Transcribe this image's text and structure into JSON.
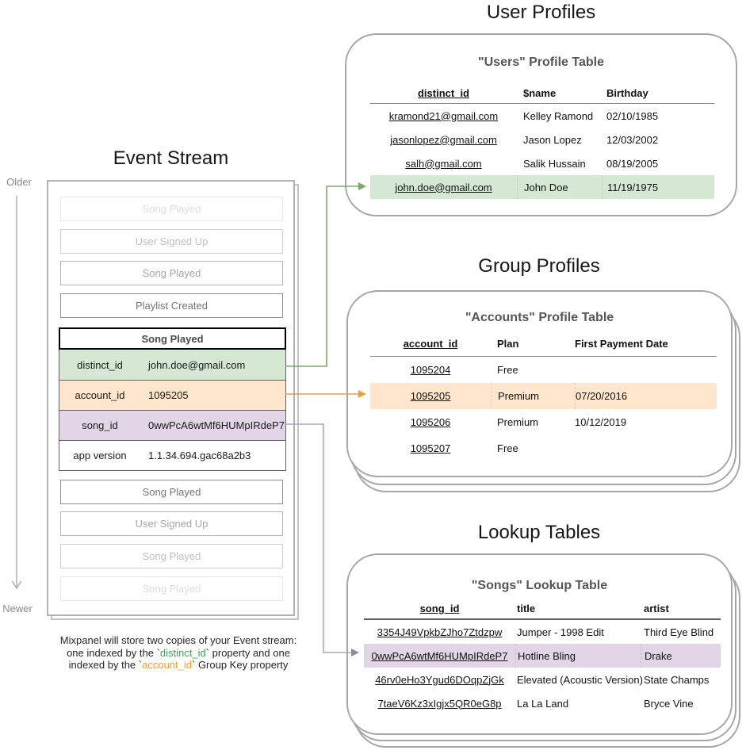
{
  "colors": {
    "green_fill": "#d5e8d4",
    "orange_fill": "#ffe6cc",
    "purple_fill": "#e1d5e7",
    "green_arrow": "#7ca968",
    "orange_arrow": "#e0a14b",
    "purple_arrow": "#b3a0c7",
    "purple_arrow_head": "#8f8f8f",
    "timeline_gray": "#b0b0b0",
    "caption_green": "#3fa155",
    "caption_orange": "#f59b31"
  },
  "event_stream": {
    "title": "Event Stream",
    "older_label": "Older",
    "newer_label": "Newer",
    "events": [
      {
        "label": "Song Played"
      },
      {
        "label": "User Signed Up"
      },
      {
        "label": "Song Played"
      },
      {
        "label": "Playlist Created"
      },
      {
        "label": "Song Played"
      },
      {
        "label": "User Signed Up"
      },
      {
        "label": "Song Played"
      },
      {
        "label": "Song Played"
      }
    ],
    "detail_event": {
      "name": "Song Played",
      "properties": [
        {
          "key": "distinct_id",
          "value": "john.doe@gmail.com"
        },
        {
          "key": "account_id",
          "value": "1095205"
        },
        {
          "key": "song_id",
          "value": "0wwPcA6wtMf6HUMpIRdeP7"
        },
        {
          "key": "app version",
          "value": "1.1.34.694.gac68a2b3"
        }
      ]
    }
  },
  "user_profiles": {
    "section_title": "User Profiles",
    "table_title": "\"Users\" Profile Table",
    "columns": [
      "distinct_id",
      "$name",
      "Birthday"
    ],
    "rows": [
      [
        "kramond21@gmail.com",
        "Kelley Ramond",
        "02/10/1985"
      ],
      [
        "jasonlopez@gmail.com",
        "Jason Lopez",
        "12/03/2002"
      ],
      [
        "salh@gmail.com",
        "Salik Hussain",
        "08/19/2005"
      ],
      [
        "john.doe@gmail.com",
        "John Doe",
        "11/19/1975"
      ]
    ]
  },
  "group_profiles": {
    "section_title": "Group Profiles",
    "table_title": "\"Accounts\" Profile Table",
    "columns": [
      "account_id",
      "Plan",
      "First Payment Date"
    ],
    "rows": [
      [
        "1095204",
        "Free",
        ""
      ],
      [
        "1095205",
        "Premium",
        "07/20/2016"
      ],
      [
        "1095206",
        "Premium",
        "10/12/2019"
      ],
      [
        "1095207",
        "Free",
        ""
      ]
    ]
  },
  "lookup_tables": {
    "section_title": "Lookup Tables",
    "table_title": "\"Songs\" Lookup Table",
    "columns": [
      "song_id",
      "title",
      "artist"
    ],
    "rows": [
      [
        "3354J49VpkbZJho7Ztdzpw",
        "Jumper - 1998 Edit",
        "Third Eye Blind"
      ],
      [
        "0wwPcA6wtMf6HUMpIRdeP7",
        "Hotline Bling",
        "Drake"
      ],
      [
        "46rv0eHo3Ygud6DOqpZjGk",
        "Elevated (Acoustic Version)",
        "State Champs"
      ],
      [
        "7taeV6Kz3xIgjx5QR0eG8p",
        "La La Land",
        "Bryce Vine"
      ]
    ]
  },
  "caption": {
    "line1": "Mixpanel will store two copies of your Event stream:",
    "line2_pre": "one indexed by the `",
    "line2_key": "distinct_id",
    "line2_post": "` property and one",
    "line3_pre": "indexed by the `",
    "line3_key": "account_id",
    "line3_post": "` Group Key property"
  }
}
